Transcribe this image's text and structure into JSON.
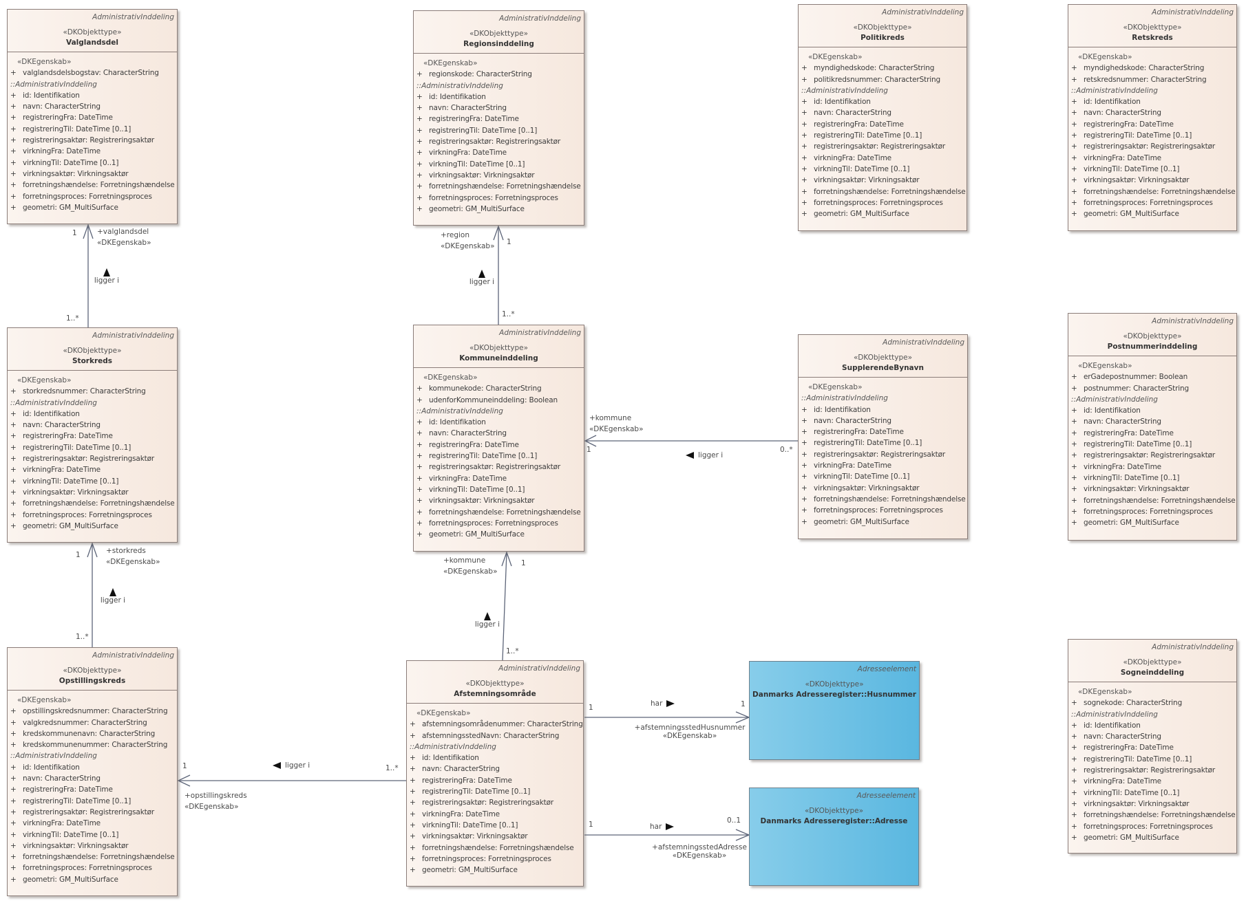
{
  "common": {
    "package": "AdministrativInddeling",
    "ext_package": "Adresseelement",
    "stereotype": "«DKObjekttype»",
    "attr_stereotype": "«DKEgenskab»",
    "inherited_header": "::AdministrativInddeling",
    "vis": "+",
    "inherited_attrs": [
      "id: Identifikation",
      "navn: CharacterString",
      "registreringFra: DateTime",
      "registreringTil: DateTime [0..1]",
      "registreringsaktør: Registreringsaktør",
      "virkningFra: DateTime",
      "virkningTil: DateTime [0..1]",
      "virkningsaktør: Virkningsaktør",
      "forretningshændelse: Forretningshændelse",
      "forretningsproces: Forretningsproces",
      "geometri: GM_MultiSurface"
    ]
  },
  "classes": {
    "valglandsdel": {
      "name": "Valglandsdel",
      "own_attrs": [
        "valglandsdelsbogstav: CharacterString"
      ]
    },
    "regionsinddeling": {
      "name": "Regionsinddeling",
      "own_attrs": [
        "regionskode: CharacterString"
      ]
    },
    "politikreds": {
      "name": "Politikreds",
      "own_attrs": [
        "myndighedskode: CharacterString",
        "politikredsnummer: CharacterString"
      ]
    },
    "retskreds": {
      "name": "Retskreds",
      "own_attrs": [
        "myndighedskode: CharacterString",
        "retskredsnummer: CharacterString"
      ]
    },
    "storkreds": {
      "name": "Storkreds",
      "own_attrs": [
        "storkredsnummer: CharacterString"
      ]
    },
    "kommuneinddeling": {
      "name": "Kommuneinddeling",
      "own_attrs": [
        "kommunekode: CharacterString",
        "udenforKommuneinddeling: Boolean"
      ]
    },
    "supplerendebynavn": {
      "name": "SupplerendeBynavn",
      "own_attrs": []
    },
    "postnummerinddeling": {
      "name": "Postnummerinddeling",
      "own_attrs": [
        "erGadepostnummer: Boolean",
        "postnummer: CharacterString"
      ]
    },
    "opstillingskreds": {
      "name": "Opstillingskreds",
      "own_attrs": [
        "opstillingskredsnummer: CharacterString",
        "valgkredsnummer: CharacterString",
        "kredskommunenavn: CharacterString",
        "kredskommunenummer: CharacterString"
      ]
    },
    "afstemningsomraade": {
      "name": "Afstemningsområde",
      "own_attrs": [
        "afstemningsområdenummer: CharacterString",
        "afstemningsstedNavn: CharacterString"
      ]
    },
    "sogneinddeling": {
      "name": "Sogneinddeling",
      "own_attrs": [
        "sognekode: CharacterString"
      ]
    },
    "husnummer": {
      "name": "Danmarks Adresseregister::Husnummer"
    },
    "adresse": {
      "name": "Danmarks Adresseregister::Adresse"
    }
  },
  "associations": {
    "storkreds_valglandsdel": {
      "label": "ligger i",
      "target_mult": "1",
      "source_mult": "1..*",
      "role": "+valglandsdel",
      "role_stereo": "«DKEgenskab»"
    },
    "kommune_region": {
      "label": "ligger i",
      "target_mult": "1",
      "source_mult": "1..*",
      "role": "+region",
      "role_stereo": "«DKEgenskab»"
    },
    "bynavn_kommune": {
      "label": "ligger i",
      "target_mult": "1",
      "source_mult": "0..*",
      "role": "+kommune",
      "role_stereo": "«DKEgenskab»"
    },
    "opstilling_storkreds": {
      "label": "ligger i",
      "target_mult": "1",
      "source_mult": "1..*",
      "role": "+storkreds",
      "role_stereo": "«DKEgenskab»"
    },
    "afstemning_kommune": {
      "label": "ligger i",
      "target_mult": "1",
      "source_mult": "1..*",
      "role": "+kommune",
      "role_stereo": "«DKEgenskab»"
    },
    "afstemning_opstilling": {
      "label": "ligger i",
      "target_mult": "1",
      "source_mult": "1..*",
      "role": "+opstillingskreds",
      "role_stereo": "«DKEgenskab»"
    },
    "afstemning_husnummer": {
      "label": "har",
      "source_mult": "1",
      "target_mult": "1",
      "role": "+afstemningsstedHusnummer",
      "role_stereo": "«DKEgenskab»"
    },
    "afstemning_adresse": {
      "label": "har",
      "source_mult": "1",
      "target_mult": "0..1",
      "role": "+afstemningsstedAdresse",
      "role_stereo": "«DKEgenskab»"
    }
  },
  "colors": {
    "class_fill_start": "#fbf4ef",
    "class_fill_end": "#f6e8de",
    "external_fill_start": "#87cdea",
    "external_fill_end": "#5ab7e0",
    "border": "#8a7c78",
    "connector": "#5c6478"
  }
}
